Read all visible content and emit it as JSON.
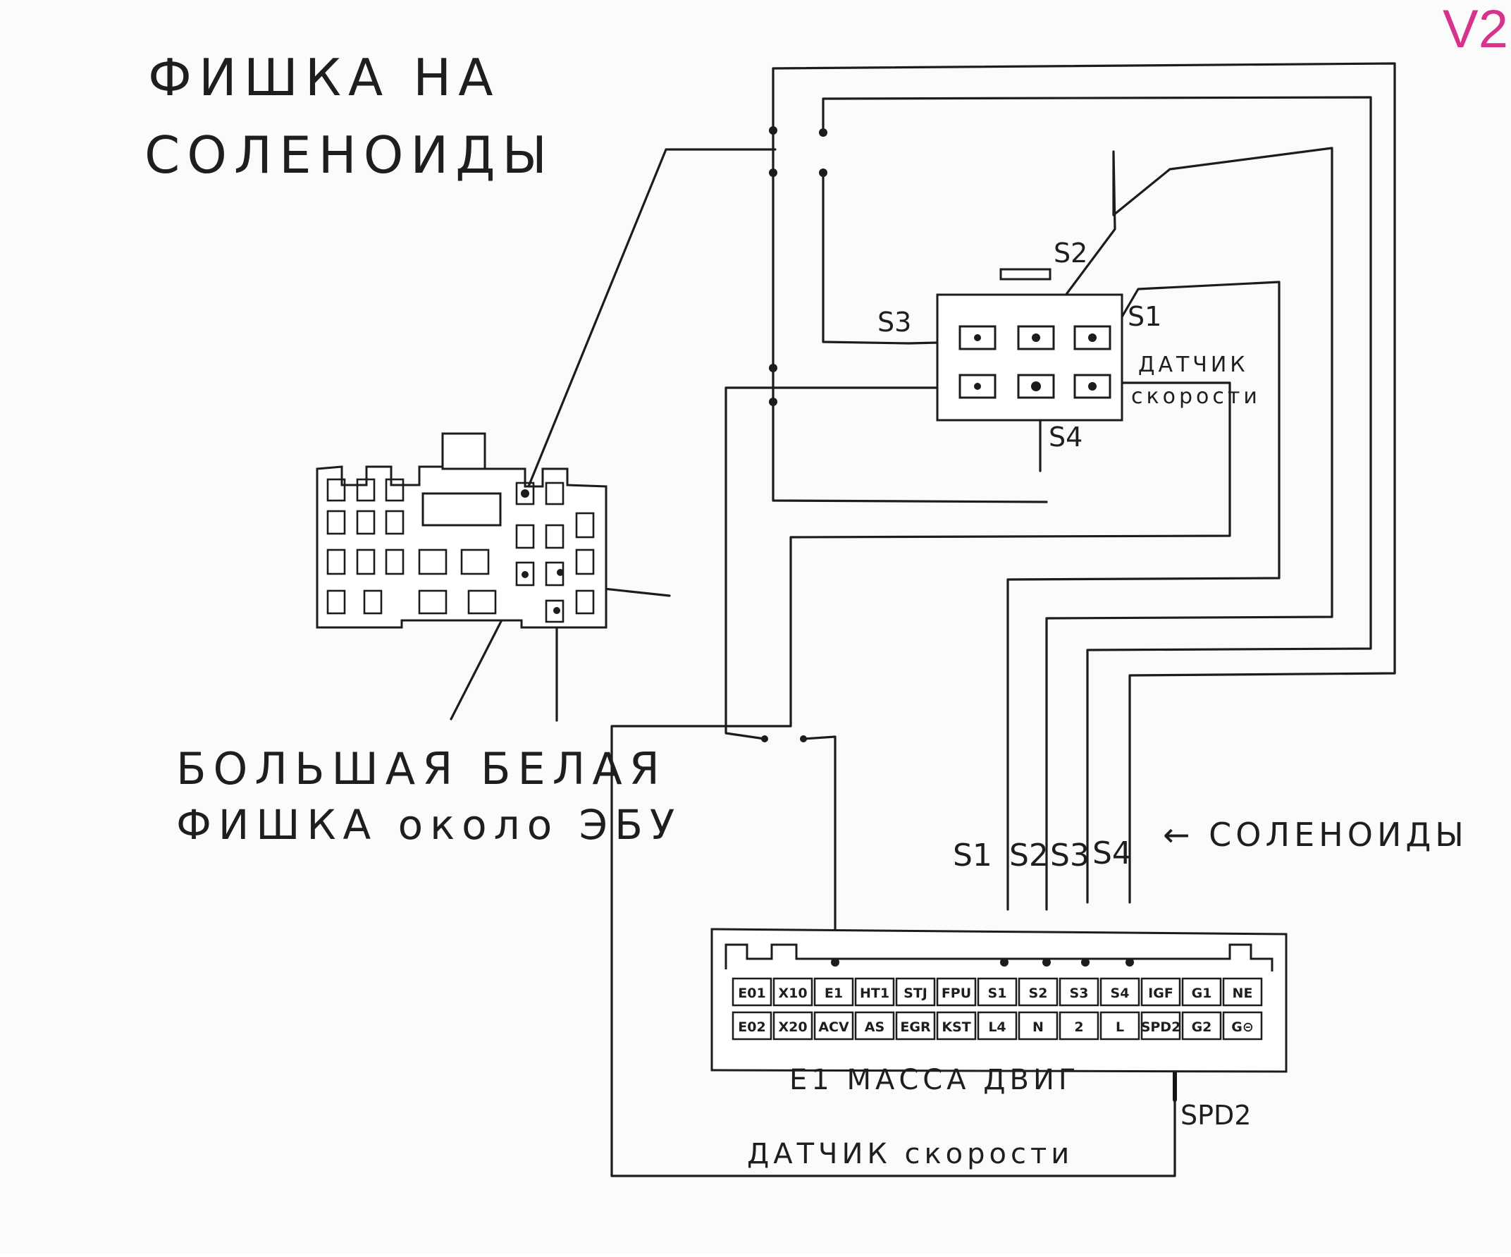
{
  "version_tag": "V2",
  "colors": {
    "ink": "#1c1c1c",
    "paper": "#fbfbfb",
    "version": "#d6338c"
  },
  "title": {
    "line1": "ФИШКА НА",
    "line2": "СОЛЕНОИДЫ"
  },
  "solenoid_connector": {
    "s1": "S1",
    "s2": "S2",
    "s3": "S3",
    "s4": "S4",
    "speed_sensor_line1": "ДАТЧИК",
    "speed_sensor_line2": "скорости"
  },
  "big_connector": {
    "caption_line1": "БОЛЬШАЯ БЕЛАЯ",
    "caption_line2": "ФИШКА около ЭБУ"
  },
  "ecu": {
    "wire_labels": [
      "S1",
      "S2",
      "S3",
      "S4"
    ],
    "arrow_label": "← СОЛЕНОИДЫ",
    "row1": [
      "E01",
      "X10",
      "E1",
      "HT1",
      "STJ",
      "FPU",
      "S1",
      "S2",
      "S3",
      "S4",
      "IGF",
      "G1",
      "NE"
    ],
    "row2": [
      "E02",
      "X20",
      "ACV",
      "AS",
      "EGR",
      "KST",
      "L4",
      "N",
      "2",
      "L",
      "SPD2",
      "G2",
      "G⊝"
    ],
    "e1_caption": "E1 МАССА ДВИГ",
    "spd_label": "SPD2",
    "speed_caption": "ДАТЧИК скорости"
  }
}
